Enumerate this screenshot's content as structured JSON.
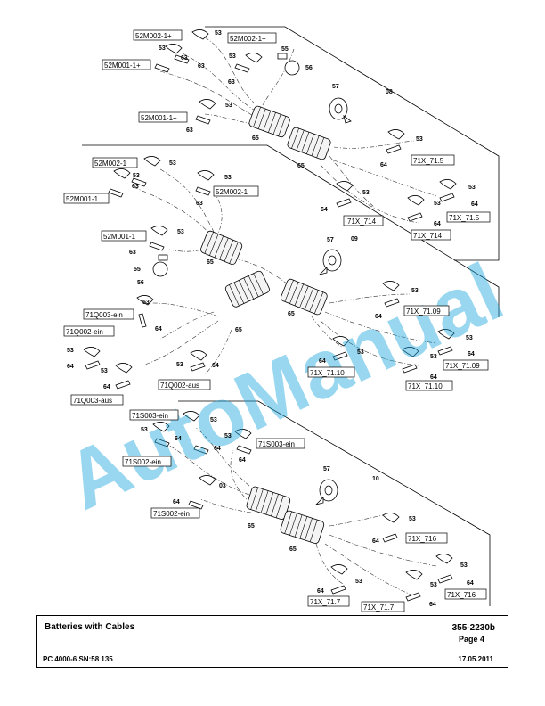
{
  "footer": {
    "title": "Batteries with Cables",
    "drawing_no": "355-2230b",
    "page": "Page 4",
    "model": "PC 4000-6 SN:58 135",
    "date": "17.05.2011"
  },
  "watermark": "AutoManual",
  "colors": {
    "watermark": "#1aa6dc"
  },
  "section_numbers": {
    "s08": "08",
    "s09": "09",
    "s10": "10"
  },
  "boxed_labels": {
    "a1": "52M002-1+",
    "a2": "52M002-1+",
    "a3": "52M001-1+",
    "a4": "52M001-1+",
    "a5": "71X_71.5",
    "a6": "71X_714",
    "a7": "71X_71.5",
    "a8": "71X_714",
    "b1": "52M002-1",
    "b2": "52M001-1",
    "b3": "52M002-1",
    "b4": "52M001-1",
    "b5": "71Q003-ein",
    "b6": "71Q002-ein",
    "b7": "71Q002-aus",
    "b8": "71Q003-aus",
    "b9": "71X_71.09",
    "b10": "71X_71.10",
    "b11": "71X_71.09",
    "b12": "71X_71.10",
    "c1": "71S003-ein",
    "c2": "71S003-ein",
    "c3": "71S002-ein",
    "c4": "71S002-ein",
    "c5": "71X_716",
    "c6": "71X_71.7",
    "c7": "71X_716",
    "c8": "71X_71.7"
  },
  "part_numbers": {
    "p03": "03",
    "p53": "53",
    "p55": "55",
    "p56": "56",
    "p57": "57",
    "p63": "63",
    "p64": "64",
    "p65": "65"
  }
}
